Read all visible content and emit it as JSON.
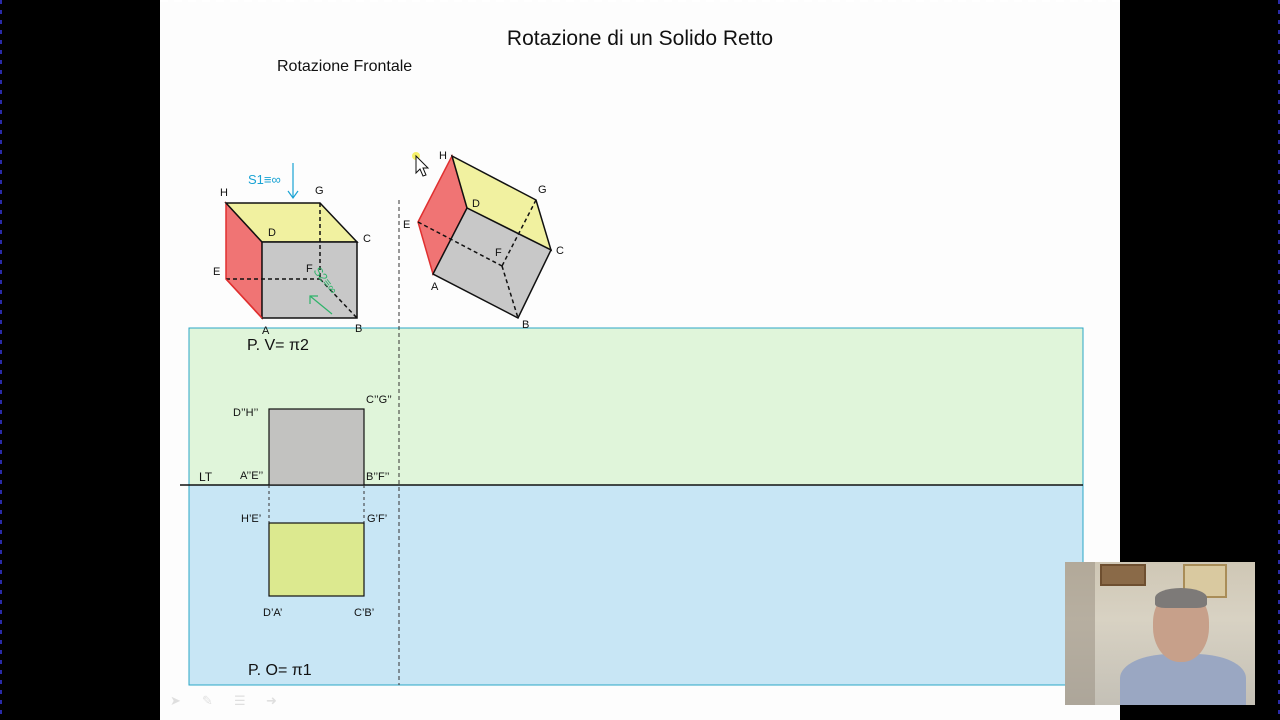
{
  "slide": {
    "title": "Rotazione di un Solido Retto",
    "subtitle": "Rotazione Frontale"
  },
  "solid_left": {
    "labels": {
      "H": "H",
      "G": "G",
      "D": "D",
      "C": "C",
      "E": "E",
      "F": "F",
      "A": "A",
      "B": "B"
    },
    "s1": "S1≡∞",
    "s2": "S2≡∞"
  },
  "solid_rotated": {
    "labels": {
      "H": "H",
      "G": "G",
      "D": "D",
      "C": "C",
      "E": "E",
      "F": "F",
      "A": "A",
      "B": "B"
    }
  },
  "planes": {
    "vertical": "P. V= π2",
    "horizontal": "P. O= π1",
    "lt": "LT"
  },
  "projections": {
    "front": {
      "top_left": "D’’H’’",
      "top_right": "C’’G’’",
      "bottom_left": "A’’E’’",
      "bottom_right": "B’’F’’"
    },
    "top": {
      "top_left": "H’E’",
      "top_right": "G’F’",
      "bottom_left": "D’A’",
      "bottom_right": "C’B’"
    }
  },
  "colors": {
    "top_face": "#f1f1a0",
    "side_face": "#f07474",
    "front_face": "#c8c8c8",
    "plane_vertical": "#e0f5da",
    "plane_horizontal": "#c8e6f5",
    "top_square": "#dce98f",
    "front_square": "#c2c2c0"
  },
  "icons": [
    "cursor-icon",
    "pointer-tool-icon",
    "pen-tool-icon",
    "menu-icon",
    "next-icon"
  ]
}
